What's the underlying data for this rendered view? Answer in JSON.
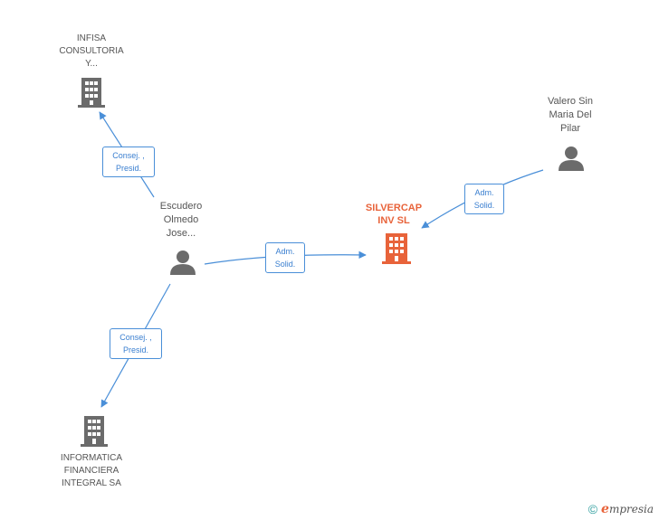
{
  "nodes": {
    "silvercap": {
      "label": "SILVERCAP\nINV SL",
      "kind": "company",
      "color": "#e8633a"
    },
    "infisa": {
      "label": "INFISA\nCONSULTORIA\nY...",
      "kind": "company",
      "color": "#6b6b6b"
    },
    "escudero": {
      "label": "Escudero\nOlmedo\nJose...",
      "kind": "person",
      "color": "#6b6b6b"
    },
    "valero": {
      "label": "Valero Sin\nMaria Del\nPilar",
      "kind": "person",
      "color": "#6b6b6b"
    },
    "informatica": {
      "label": "INFORMATICA\nFINANCIERA\nINTEGRAL SA",
      "kind": "company",
      "color": "#6b6b6b"
    }
  },
  "edges": {
    "escudero_infisa": {
      "label": "Consej. ,\nPresid."
    },
    "escudero_silvercap": {
      "label": "Adm.\nSolid."
    },
    "valero_silvercap": {
      "label": "Adm.\nSolid."
    },
    "escudero_informatica": {
      "label": "Consej. ,\nPresid."
    }
  },
  "footer": {
    "copyright": "©",
    "brand_initial": "e",
    "brand_rest": "mpresia"
  },
  "colors": {
    "edge": "#4a8fd8",
    "main": "#e8633a",
    "node": "#6b6b6b"
  }
}
